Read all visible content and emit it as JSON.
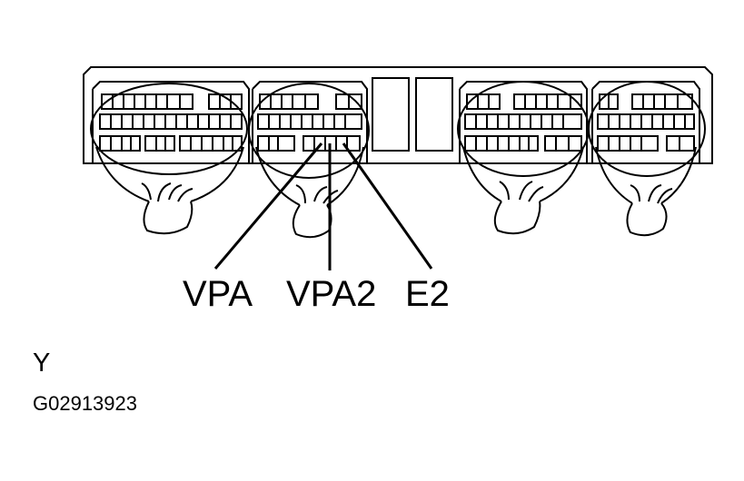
{
  "labels": {
    "vpa": "VPA",
    "vpa2": "VPA2",
    "e2": "E2",
    "y": "Y",
    "code": "G02913923"
  },
  "colors": {
    "line": "#000000",
    "background": "#ffffff"
  },
  "diagram": {
    "subject": "ECU connector housing with wire harness bundles",
    "connector_count": 4,
    "terminals_indicated": 3
  }
}
